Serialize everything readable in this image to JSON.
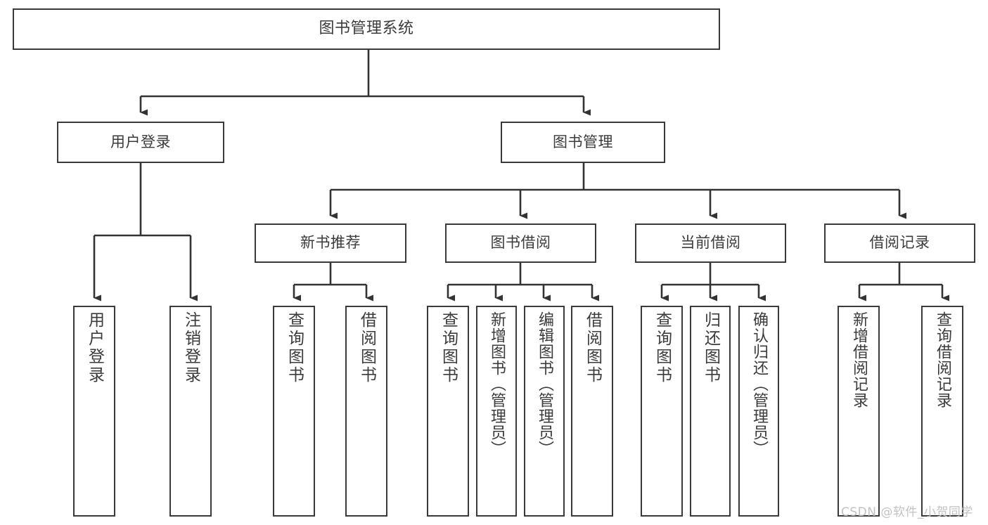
{
  "diagram": {
    "title": "图书管理系统",
    "type": "tree-hierarchy",
    "orientation": "top-down",
    "colors": {
      "background": "#ffffff",
      "box_border": "#3a3a3a",
      "box_fill": "#ffffff",
      "text": "#3b3b3b",
      "edge": "#333333",
      "watermark": "#c2c2c2"
    }
  },
  "watermark": {
    "text": "CSDN @软件_小贺同学"
  },
  "nodes": {
    "root": {
      "label": "图书管理系统"
    },
    "level1": [
      {
        "label": "用户登录"
      },
      {
        "label": "图书管理"
      }
    ],
    "level2": [
      {
        "label": "新书推荐"
      },
      {
        "label": "图书借阅"
      },
      {
        "label": "当前借阅"
      },
      {
        "label": "借阅记录"
      }
    ],
    "leaves": {
      "user_login": [
        {
          "label": "用户登录"
        },
        {
          "label": "注销登录"
        }
      ],
      "new_book_recommend": [
        {
          "label": "查询图书"
        },
        {
          "label": "借阅图书"
        }
      ],
      "book_borrow": [
        {
          "label": "查询图书"
        },
        {
          "label": "新增图书（管理员）"
        },
        {
          "label": "编辑图书（管理员）"
        },
        {
          "label": "借阅图书"
        }
      ],
      "current_borrow": [
        {
          "label": "查询图书"
        },
        {
          "label": "归还图书"
        },
        {
          "label": "确认归还（管理员）"
        }
      ],
      "borrow_record": [
        {
          "label": "新增借阅记录"
        },
        {
          "label": "查询借阅记录"
        }
      ]
    }
  }
}
